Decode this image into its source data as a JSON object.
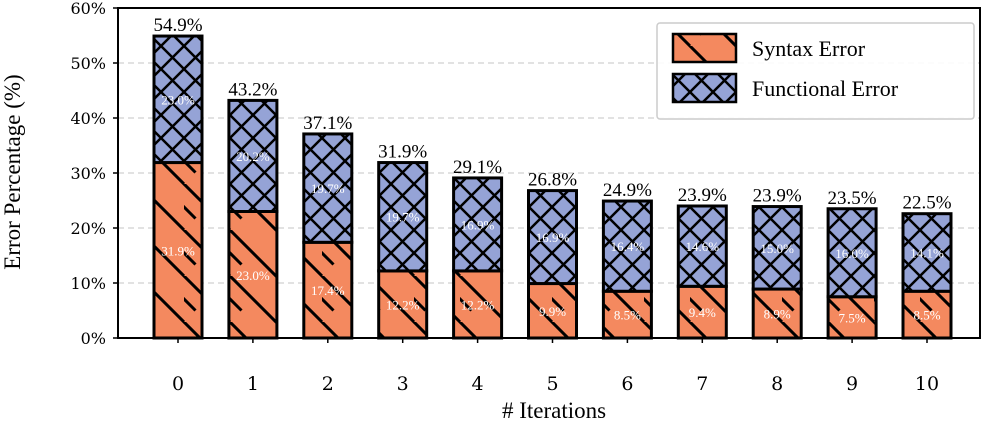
{
  "chart_data": {
    "type": "bar",
    "stacked": true,
    "categories": [
      "0",
      "1",
      "2",
      "3",
      "4",
      "5",
      "6",
      "7",
      "8",
      "9",
      "10"
    ],
    "series": [
      {
        "name": "Syntax Error",
        "values": [
          31.9,
          23.0,
          17.4,
          12.2,
          12.2,
          9.9,
          8.5,
          9.4,
          8.9,
          7.5,
          8.5
        ],
        "color": "#F4895F",
        "hatch": "\\\\"
      },
      {
        "name": "Functional Error",
        "values": [
          23.0,
          20.2,
          19.7,
          19.7,
          16.9,
          16.9,
          16.4,
          14.6,
          15.0,
          16.0,
          14.1
        ],
        "color": "#95A3D6",
        "hatch": "xx"
      }
    ],
    "totals": [
      "54.9%",
      "43.2%",
      "37.1%",
      "31.9%",
      "29.1%",
      "26.8%",
      "24.9%",
      "23.9%",
      "23.9%",
      "23.5%",
      "22.5%"
    ],
    "series_labels": [
      [
        "31.9%",
        "23.0%",
        "17.4%",
        "12.2%",
        "12.2%",
        "9.9%",
        "8.5%",
        "9.4%",
        "8.9%",
        "7.5%",
        "8.5%"
      ],
      [
        "23.0%",
        "20.2%",
        "19.7%",
        "19.7%",
        "16.9%",
        "16.9%",
        "16.4%",
        "14.6%",
        "15.0%",
        "16.0%",
        "14.1%"
      ]
    ],
    "xlabel": "# Iterations",
    "ylabel": "Error Percentage (%)",
    "ylim": [
      0,
      60
    ],
    "yticks": [
      0,
      10,
      20,
      30,
      40,
      50,
      60
    ],
    "ytick_labels": [
      "0%",
      "10%",
      "20%",
      "30%",
      "40%",
      "50%",
      "60%"
    ],
    "grid": "horizontal-dashed",
    "legend_position": "top-right"
  }
}
